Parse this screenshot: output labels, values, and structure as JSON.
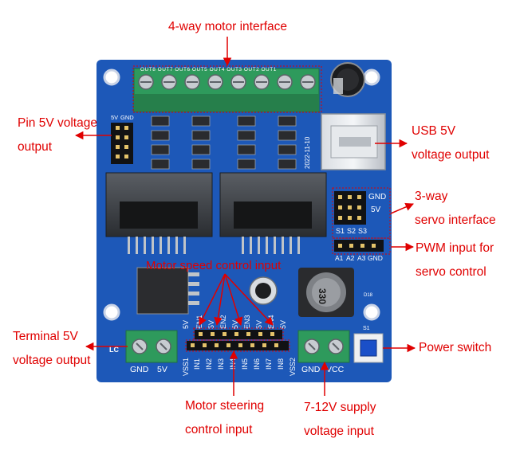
{
  "labels": {
    "motor_interface": "4-way motor interface",
    "pin5v_line1": "Pin 5V voltage",
    "pin5v_line2": "output",
    "usb_line1": "USB 5V",
    "usb_line2": "voltage output",
    "servo_line1": "3-way",
    "servo_line2": "servo interface",
    "pwm_line1": "PWM input for",
    "pwm_line2": "servo control",
    "speed_control": "Motor speed control input",
    "power_switch": "Power switch",
    "terminal_line1": "Terminal 5V",
    "terminal_line2": "voltage output",
    "steering_line1": "Motor steering",
    "steering_line2": "control input",
    "supply_line1": "7-12V supply",
    "supply_line2": "voltage input"
  },
  "silkscreen": {
    "top_pins": "OUT8 OUT7 OUT6 OUT5 OUT4 OUT3 OUT2 OUT1",
    "date_code": "2022-11-10",
    "pin_5v": "5V",
    "pin_gnd": "GND",
    "servo_gnd": "GND",
    "servo_5v": "5V",
    "s1": "S1",
    "s2": "S2",
    "s3": "S3",
    "a1": "A1",
    "a2": "A2",
    "a3": "A3",
    "a_gnd": "GND",
    "en1": "EN1",
    "en2": "EN2",
    "en3": "EN3",
    "en4": "EN4",
    "v5": "5V",
    "vss1": "VSS1",
    "vss2": "VSS2",
    "in1": "IN1",
    "in2": "IN2",
    "in3": "IN3",
    "in4": "IN4",
    "in5": "IN5",
    "in6": "IN6",
    "in7": "IN7",
    "in8": "IN8",
    "lc": "LC",
    "term_gnd": "GND",
    "term_5v": "5V",
    "sup_gnd": "GND",
    "sup_vcc": "VCC",
    "inductor": "330",
    "s1_switch": "S1",
    "d18": "D18"
  },
  "colors": {
    "pcb": "#1d58b8",
    "label": "#e00000",
    "terminal": "#2e9a5c",
    "heatsink": "#3a3d42",
    "switch": "#1a4fc8"
  }
}
